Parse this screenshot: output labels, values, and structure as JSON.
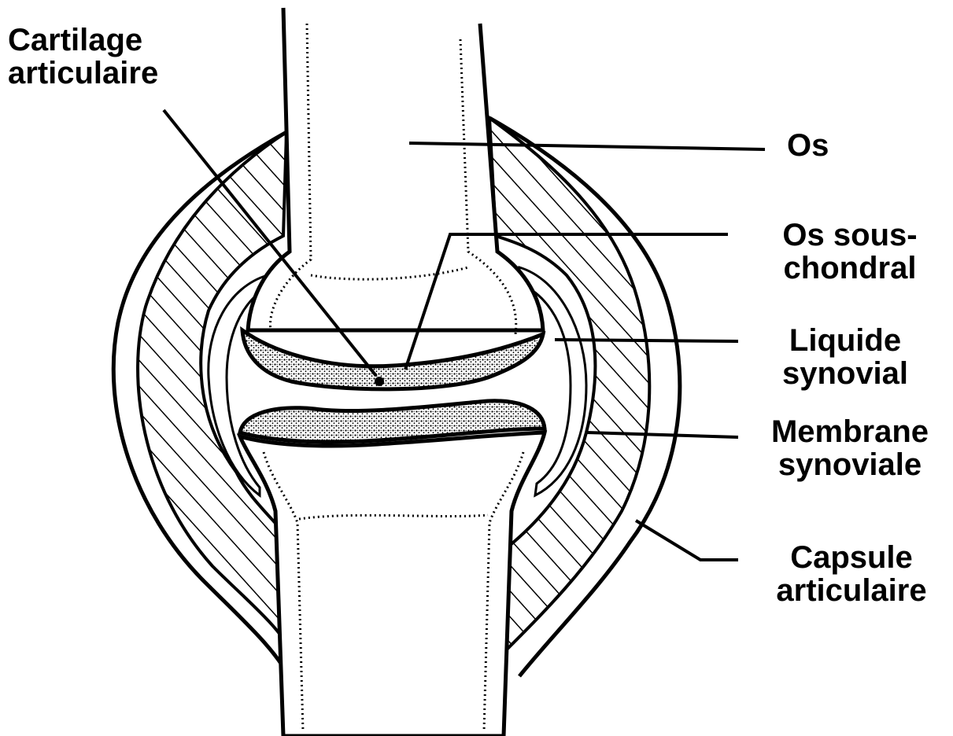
{
  "labels": {
    "cartilage": {
      "line1": "Cartilage",
      "line2": "articulaire"
    },
    "os": "Os",
    "os_sous_chondral": {
      "line1": "Os sous-",
      "line2": "chondral"
    },
    "liquide_synovial": {
      "line1": "Liquide",
      "line2": "synovial"
    },
    "membrane_synoviale": {
      "line1": "Membrane",
      "line2": "synoviale"
    },
    "capsule_articulaire": {
      "line1": "Capsule",
      "line2": "articulaire"
    }
  },
  "colors": {
    "ink": "#000000",
    "background": "#ffffff"
  }
}
